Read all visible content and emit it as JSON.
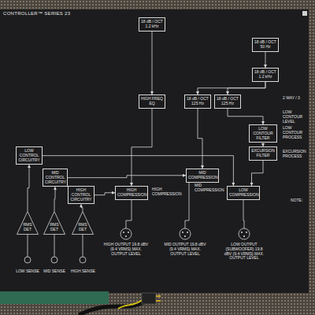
{
  "diagram": {
    "title": "CONTROLLER™ SERIES 23",
    "nodes": [
      {
        "text": [
          "18 dB / OCT",
          "1.2 kHz"
        ]
      },
      {
        "text": [
          "18 dB / OCT",
          "50 Hz"
        ]
      },
      {
        "text": [
          "18 dB / OCT",
          "1.2 kHz"
        ]
      },
      {
        "text": [
          "HIGH FREQ EQ"
        ]
      },
      {
        "text": [
          "18 dB / OCT",
          "125 Hz"
        ]
      },
      {
        "text": [
          "18 dB / OCT",
          "125 Hz"
        ]
      },
      {
        "text": [
          "LOW CONTOUR FILTER"
        ]
      },
      {
        "text": [
          "LOW CONTROL CIRCUITRY"
        ]
      },
      {
        "text": [
          "EXCURSION FILTER"
        ]
      },
      {
        "text": [
          "MID CONTROL CIRCUITRY"
        ]
      },
      {
        "text": [
          "MID COMPRESSION"
        ]
      },
      {
        "text": [
          "HIGH CONTROL CIRCUITRY"
        ]
      },
      {
        "text": [
          "HIGH COMPRESSION"
        ]
      },
      {
        "text": [
          "LOW COMPRESSION"
        ]
      },
      {
        "text": [
          "RMS DET"
        ]
      },
      {
        "text": [
          "RMS DET"
        ]
      },
      {
        "text": [
          "RMS DET"
        ]
      }
    ],
    "edges": [
      {
        "from": 0,
        "to": 3,
        "arrow": "to"
      },
      {
        "from": 3,
        "to": 12,
        "arrow": "to"
      },
      {
        "from": 1,
        "to": 2,
        "arrow": "to"
      },
      {
        "from": 2,
        "to": 4,
        "arrow": "to"
      },
      {
        "from": 2,
        "to": 5,
        "arrow": "to"
      },
      {
        "from": 4,
        "to": 10,
        "arrow": "to"
      },
      {
        "from": 5,
        "to": 6,
        "arrow": "to"
      },
      {
        "from": 6,
        "to": 8,
        "arrow": "to"
      },
      {
        "from": 8,
        "to": 13,
        "arrow": "to"
      },
      {
        "from": 7,
        "to": 13,
        "arrow": "to"
      },
      {
        "from": 9,
        "to": 10,
        "arrow": "to"
      },
      {
        "from": 11,
        "to": 12,
        "arrow": "to"
      },
      {
        "from": 14,
        "to": 7,
        "arrow": "to"
      },
      {
        "from": 15,
        "to": 9,
        "arrow": "to"
      },
      {
        "from": 16,
        "to": 11,
        "arrow": "to"
      }
    ],
    "labels": [
      "2 WAY / 3",
      "LOW CONTOUR LEVEL",
      "LOW CONTOUR PROCESS",
      "EXCURSION PROCESS",
      "MID COMPRESSION",
      "HIGH COMPRESSION",
      "LOW SENSE",
      "MID SENSE",
      "HIGH SENSE",
      "HIGH OUTPUT 19.8 dBV (9.4 VRMS) MAX. OUTPUT LEVEL",
      "MID OUTPUT 19.8 dBV (9.4 VRMS) MAX. OUTPUT LEVEL",
      "LOW OUTPUT (SUBWOOFER) 19.8 dBV (9.4 VRMS) MAX. OUTPUT LEVEL",
      "NOTE:"
    ]
  }
}
